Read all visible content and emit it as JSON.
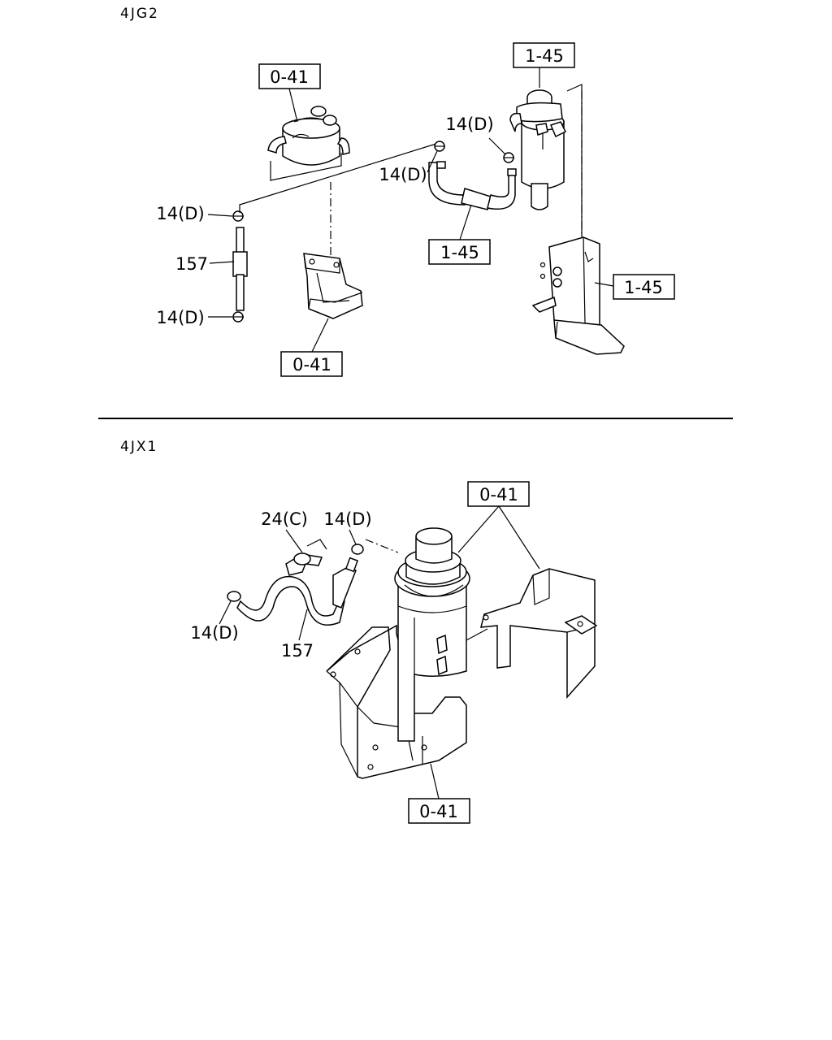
{
  "sections": {
    "top": {
      "header": "4JG2",
      "labels": {
        "filter_ref": "0-41",
        "bracket_ref": "0-41",
        "pump_ref": "1-45",
        "hose_ref": "1-45",
        "pump_bracket_ref": "1-45",
        "hose_part": "157",
        "clip_upper_left": "14(D)",
        "clip_lower_left": "14(D)",
        "clip_mid": "14(D)",
        "clip_right": "14(D)"
      }
    },
    "bottom": {
      "header": "4JX1",
      "labels": {
        "filter_ref": "0-41",
        "bracket_ref": "0-41",
        "clamp_part": "24(C)",
        "clip_upper": "14(D)",
        "clip_lower": "14(D)",
        "hose_part": "157"
      }
    }
  }
}
